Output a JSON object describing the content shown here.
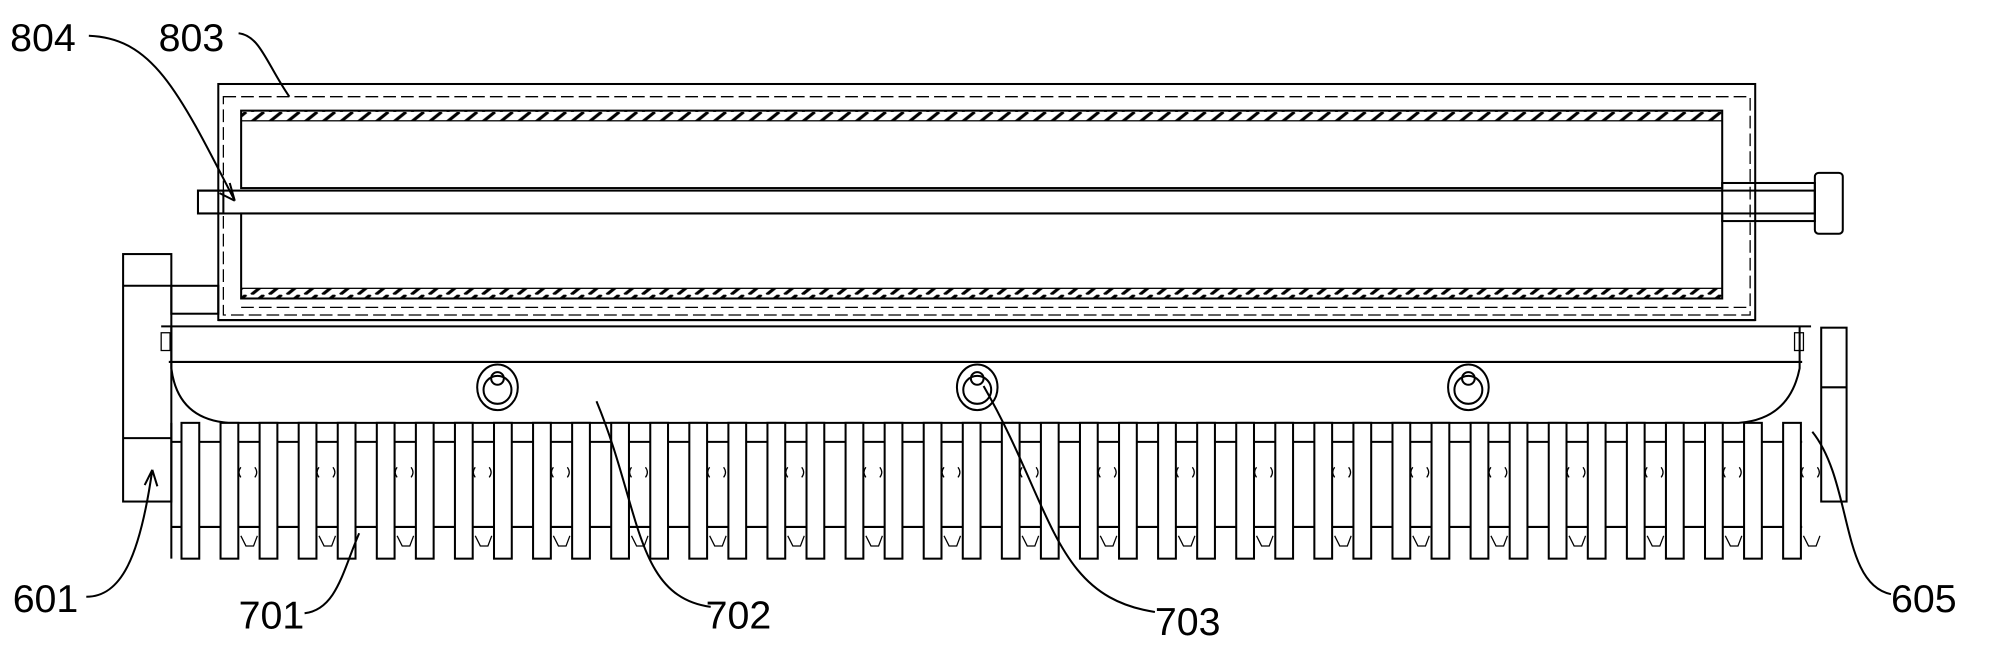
{
  "labels": {
    "l804": "804",
    "l803": "803",
    "l601": "601",
    "l701": "701",
    "l702": "702",
    "l703": "703",
    "l605": "605"
  },
  "drawing": {
    "tooth_count": 42,
    "bolt_count": 3,
    "line_color": "#000000",
    "background": "#ffffff"
  }
}
